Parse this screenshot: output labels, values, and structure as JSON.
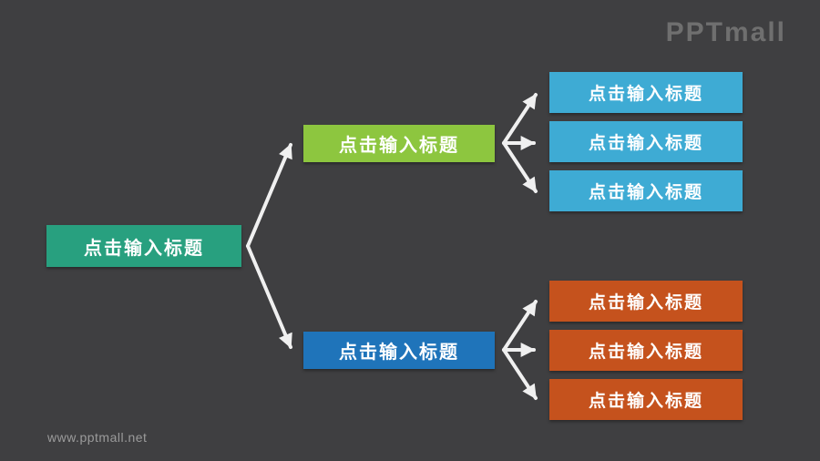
{
  "slide": {
    "background_color": "#3F3F41",
    "logo_text": "PPTmall",
    "footer_url": "www.pptmall.net"
  },
  "diagram": {
    "arrow_color": "#F0F0F0",
    "text_color": "#FFFFFF",
    "root": {
      "label": "点击输入标题",
      "color": "#28A07F"
    },
    "branches": [
      {
        "label": "点击输入标题",
        "color": "#8DC63F",
        "children": [
          {
            "label": "点击输入标题",
            "color": "#3EABD4"
          },
          {
            "label": "点击输入标题",
            "color": "#3EABD4"
          },
          {
            "label": "点击输入标题",
            "color": "#3EABD4"
          }
        ]
      },
      {
        "label": "点击输入标题",
        "color": "#1F74BA",
        "children": [
          {
            "label": "点击输入标题",
            "color": "#C5521D"
          },
          {
            "label": "点击输入标题",
            "color": "#C5521D"
          },
          {
            "label": "点击输入标题",
            "color": "#C5521D"
          }
        ]
      }
    ]
  }
}
